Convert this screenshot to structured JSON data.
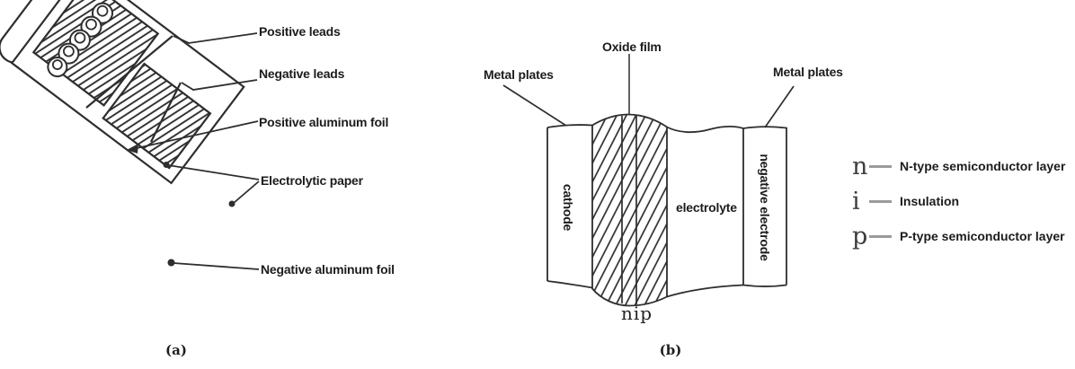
{
  "panel_a": {
    "caption": "(a)",
    "labels": {
      "positive_leads": "Positive leads",
      "negative_leads": "Negative leads",
      "positive_aluminum_foil": "Positive aluminum foil",
      "electrolytic_paper": "Electrolytic paper",
      "negative_aluminum_foil": "Negative aluminum foil"
    }
  },
  "panel_b": {
    "caption": "(b)",
    "labels": {
      "oxide_film": "Oxide film",
      "metal_plates_left": "Metal plates",
      "metal_plates_right": "Metal plates",
      "cathode": "cathode",
      "electrolyte": "electrolyte",
      "negative_electrode": "negative electrode",
      "nip": "nip"
    },
    "legend": [
      {
        "letter": "n",
        "dash": "—",
        "label": "N-type semiconductor layer"
      },
      {
        "letter": "i",
        "dash": "—",
        "label": "Insulation"
      },
      {
        "letter": "p",
        "dash": "—",
        "label": "P-type semiconductor layer"
      }
    ]
  },
  "colors": {
    "line": "#2e2e2e",
    "text": "#1c1c1c",
    "background": "#ffffff"
  }
}
